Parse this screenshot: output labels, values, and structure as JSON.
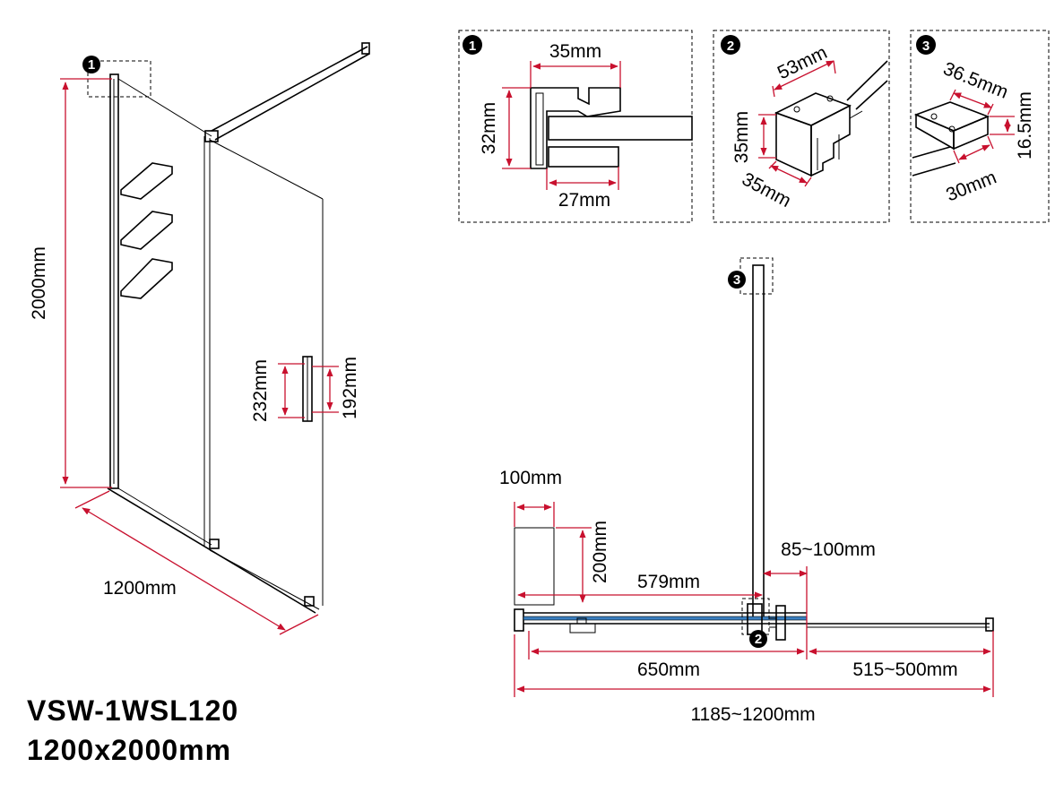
{
  "product": {
    "model": "VSW-1WSL120",
    "size": "1200x2000mm"
  },
  "callouts": [
    "1",
    "2",
    "3"
  ],
  "elevation": {
    "height": "2000mm",
    "width": "1200mm",
    "handle_outer": "232mm",
    "handle_inner": "192mm"
  },
  "detail_1": {
    "width_top": "35mm",
    "height": "32mm",
    "width_bottom": "27mm"
  },
  "detail_2": {
    "top": "53mm",
    "height": "35mm",
    "depth": "35mm"
  },
  "detail_3": {
    "length": "36.5mm",
    "height": "16.5mm",
    "width": "30mm"
  },
  "plan": {
    "tray_width": "100mm",
    "tray_height": "200mm",
    "span_a": "579mm",
    "wall_gap": "85~100mm",
    "span_b": "650mm",
    "span_c": "515~500mm",
    "total": "1185~1200mm"
  },
  "colors": {
    "dimension": "#c8102e",
    "glass": "#3a7fc0",
    "ink": "#000000"
  }
}
